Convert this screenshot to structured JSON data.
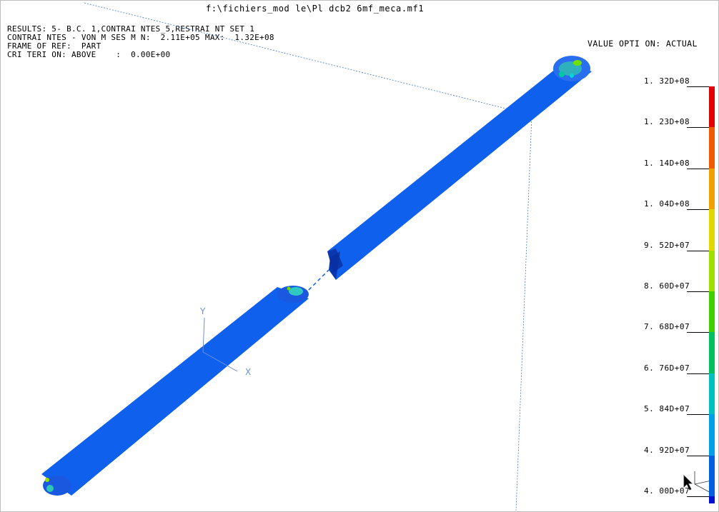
{
  "window": {
    "file_title": "f:\\fichiers_mod le\\Pl dcb2 6mf_meca.mf1"
  },
  "info_lines": [
    "RESULTS: 5- B.C. 1,CONTRAI NTES_5,RESTRAI NT SET 1",
    "CONTRAI NTES - VON M SES M N:  2.11E+05 MAX:  1.32E+08",
    "FRAME OF REF:  PART",
    "CRI TERI ON: ABOVE    :  0.00E+00"
  ],
  "value_option": "VALUE OPTI ON: ACTUAL",
  "triad": {
    "y_label": "Y",
    "x_label": "X"
  },
  "legend": {
    "labels": [
      "1. 32D+08",
      "1. 23D+08",
      "1. 14D+08",
      "1. 04D+08",
      "9. 52D+07",
      "8. 60D+07",
      "7. 68D+07",
      "6. 76D+07",
      "5. 84D+07",
      "4. 92D+07",
      "4. 00D+07"
    ],
    "colors": [
      "#e00000",
      "#f05a00",
      "#f0a000",
      "#e0d800",
      "#a0e000",
      "#40d000",
      "#00c060",
      "#00c0c0",
      "#00a0e8",
      "#0060e0",
      "#0010d0"
    ]
  },
  "model_color": "#1060ee"
}
